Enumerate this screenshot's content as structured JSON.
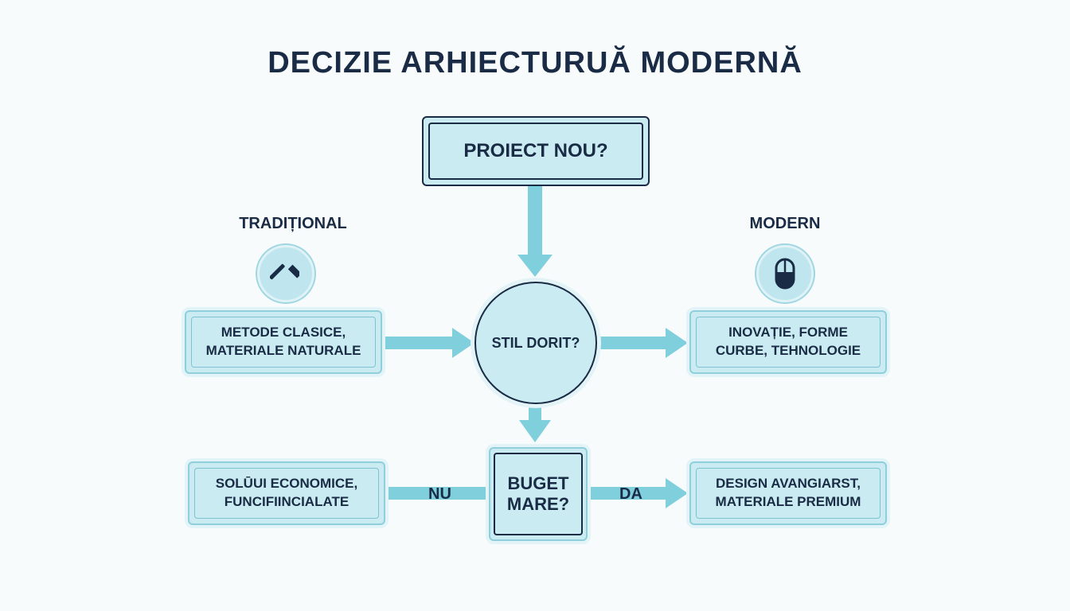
{
  "title": "DECIZIE ARHIECTURUĂ MODERNĂ",
  "nodes": {
    "start": "PROIECT NOU?",
    "style_decision": "STIL DORIT?",
    "traditional_outcome": "METODE CLASICE,\nMATERIALE NATURALE",
    "modern_outcome": "INOVAȚIE, FORME\nCURBE, TEHNOLOGIE",
    "budget_decision": "BUGET\nMARE?",
    "low_budget_outcome": "SOLŪUI ECONOMICE,\nFUNCIFIINCIALATE",
    "high_budget_outcome": "DESIGN AVANGIARST,\nMATERIALE PREMIUM"
  },
  "branch_labels": {
    "traditional": "TRADIȚIONAL",
    "modern": "MODERN"
  },
  "edge_labels": {
    "no": "NU",
    "yes": "DA"
  },
  "icons": {
    "traditional": "hammer-icon",
    "modern": "mouse-icon"
  },
  "colors": {
    "accent": "#7fcfdc",
    "box_fill": "#c9ebf1",
    "text": "#1a2b45"
  }
}
